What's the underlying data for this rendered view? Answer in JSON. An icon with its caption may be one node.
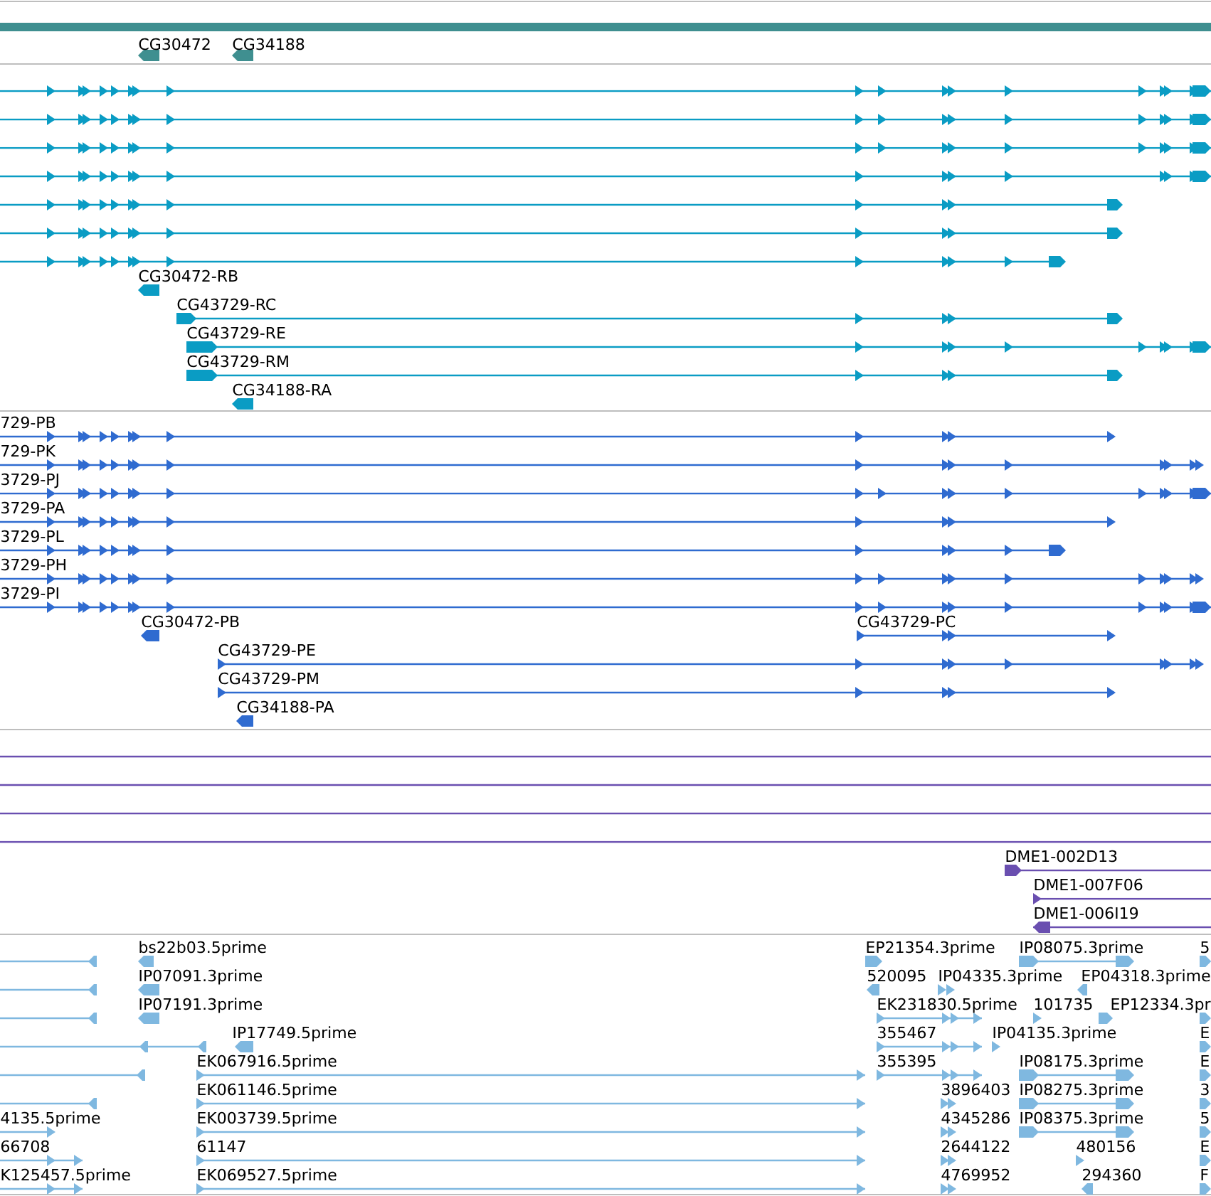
{
  "diagram": {
    "labels": [
      "CG30472",
      "CG34188",
      "CG30472-RB",
      "CG43729-RC",
      "CG43729-RE",
      "CG43729-RM",
      "CG34188-RA",
      "729-PB",
      "729-PK",
      "3729-PJ",
      "3729-PA",
      "3729-PL",
      "3729-PH",
      "3729-PI",
      "CG30472-PB",
      "CG43729-PC",
      "CG43729-PE",
      "CG43729-PM",
      "CG34188-PA",
      "DME1-002D13",
      "DME1-007F06",
      "DME1-006I19",
      "bs22b03.5prime",
      "EP21354.3prime",
      "IP08075.3prime",
      "5",
      "IP07091.3prime",
      "520095",
      "IP04335.3prime",
      "EP04318.3prime",
      "IP07191.3prime",
      "EK231830.5prime",
      "101735",
      "EP12334.3pr",
      "IP17749.5prime",
      "355467",
      "IP04135.3prime",
      "E",
      "EK067916.5prime",
      "355395",
      "IP08175.3prime",
      "E",
      "EK061146.5prime",
      "3896403",
      "IP08275.3prime",
      "3",
      "4135.5prime",
      "EK003739.5prime",
      "4345286",
      "IP08375.3prime",
      "5",
      "66708",
      "61147",
      "2644122",
      "480156",
      "E",
      "K125457.5prime",
      "EK069527.5prime",
      "4769952",
      "294360",
      "F"
    ]
  }
}
